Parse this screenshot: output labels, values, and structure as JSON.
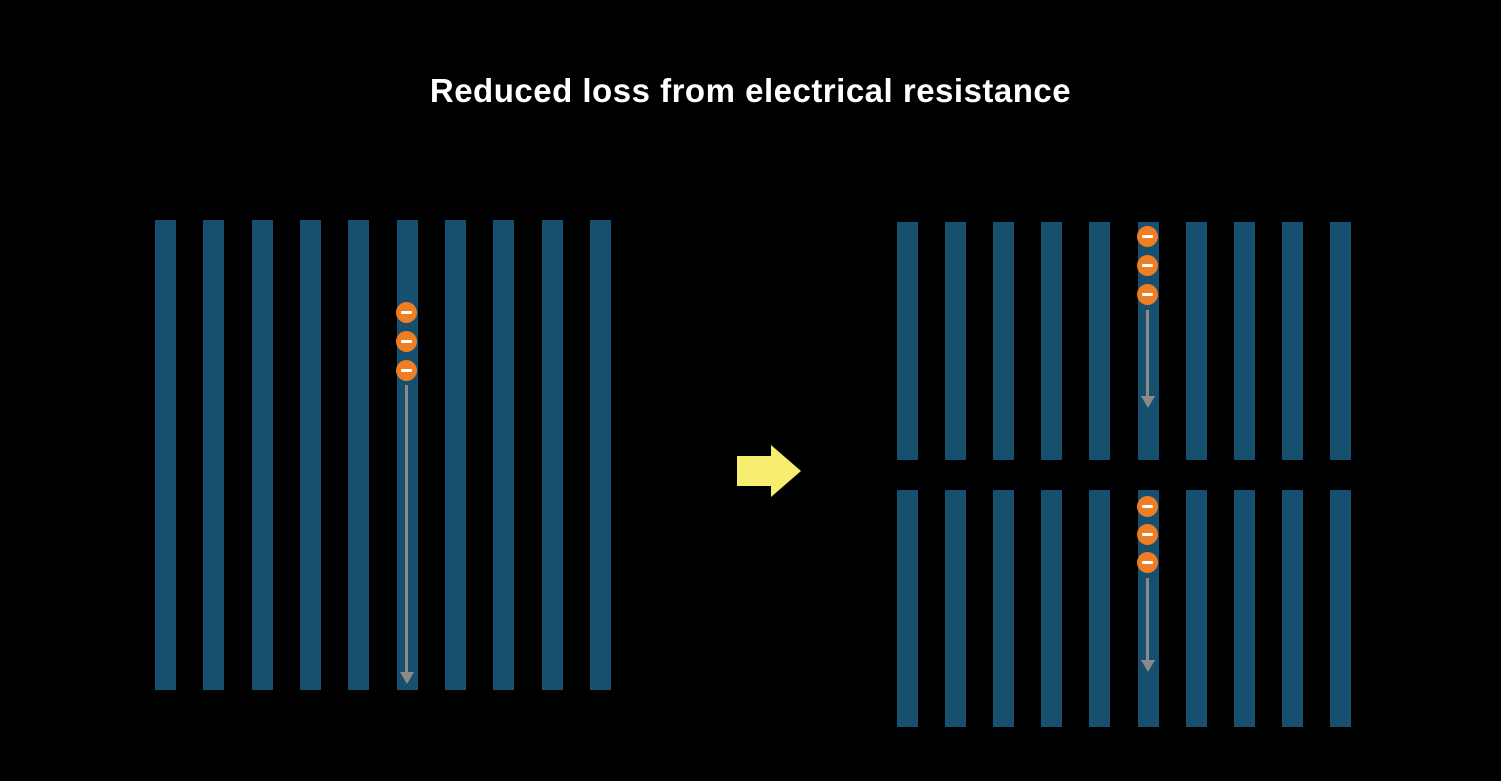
{
  "title": "Reduced loss from electrical resistance",
  "colors": {
    "background": "#000000",
    "title_text": "#ffffff",
    "bar": "#16506e",
    "electron": "#ef7d23",
    "electron_symbol": "#ffffff",
    "flow_arrow": "#8b8b8b",
    "transform_arrow": "#f7ed6f"
  },
  "diagram": {
    "left_panel": {
      "bar_count": 10,
      "electron_count": 3
    },
    "right_top_panel": {
      "bar_count": 10,
      "electron_count": 3
    },
    "right_bottom_panel": {
      "bar_count": 10,
      "electron_count": 3
    }
  }
}
